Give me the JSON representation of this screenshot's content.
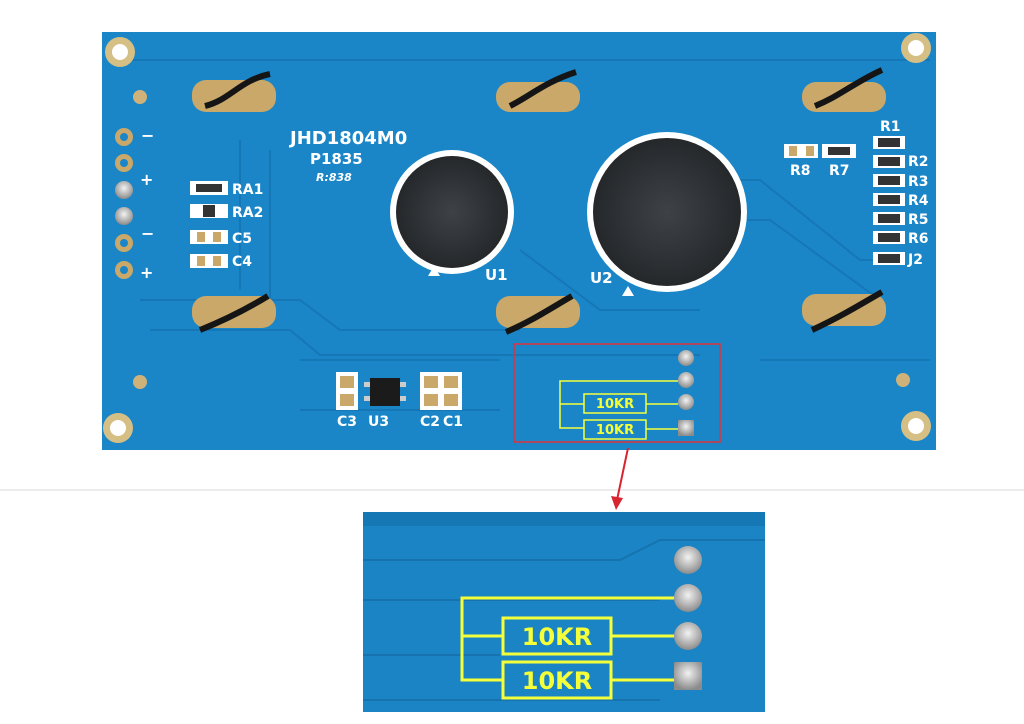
{
  "board": {
    "model": "JHD1804M0",
    "revision": "P1835",
    "code": "R:838",
    "colors": {
      "pcb": "#1a86c8",
      "trace": "#1577b6",
      "pad": "#c9a86a",
      "silkscreen": "#ffffff"
    }
  },
  "components": {
    "u1": "U1",
    "u2": "U2",
    "u3": "U3",
    "c1": "C1",
    "c2": "C2",
    "c3": "C3",
    "c4": "C4",
    "c5": "C5",
    "ra1": "RA1",
    "ra2": "RA2",
    "r1": "R1",
    "r2": "R2",
    "r3": "R3",
    "r4": "R4",
    "r5": "R5",
    "r6": "R6",
    "r7": "R7",
    "r8": "R8",
    "j2": "J2"
  },
  "connector_polarity": {
    "minus": "−",
    "plus": "+"
  },
  "annotation": {
    "resistor_1": "10KR",
    "resistor_2": "10KR",
    "box_color": "#e0303a",
    "callout_color": "#f4ff3a"
  },
  "zoom": {
    "resistor_1": "10KR",
    "resistor_2": "10KR"
  }
}
